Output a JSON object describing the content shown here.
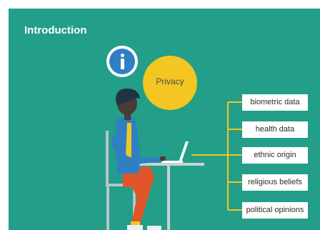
{
  "slide": {
    "title": "Introduction",
    "privacy_label": "Privacy",
    "categories": [
      {
        "label": "biometric data"
      },
      {
        "label": "health data"
      },
      {
        "label": "ethnic origin"
      },
      {
        "label": "religious beliefs"
      },
      {
        "label": "political opinions"
      }
    ]
  },
  "colors": {
    "background": "#239e88",
    "privacy_circle": "#f3c622",
    "info_icon": "#2f7fc3",
    "connector": "#f3c622"
  },
  "icons": {
    "info": "info-icon",
    "person": "person-at-laptop-illustration"
  }
}
